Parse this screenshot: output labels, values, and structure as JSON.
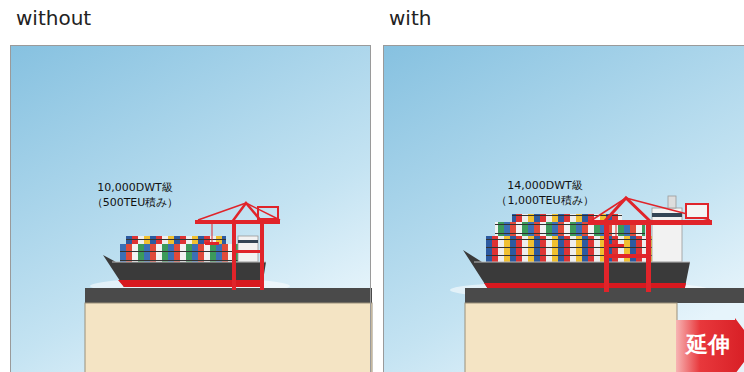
{
  "diagram": {
    "nodes": [
      {
        "text": [
          "without",
          "10,000DWT級 （500TEU積み）"
        ]
      },
      {
        "text": [
          "with",
          "14,000DWT級 （1,000TEU積み）"
        ]
      },
      {
        "text": [
          "延伸"
        ],
        "in": 1
      }
    ]
  }
}
